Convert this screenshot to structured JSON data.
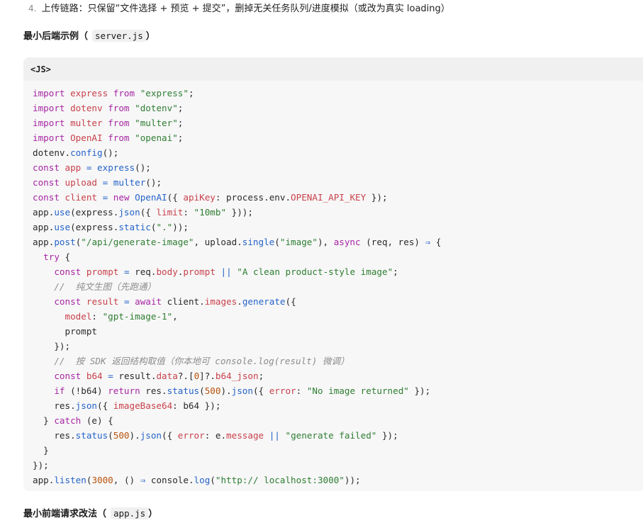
{
  "list_item": {
    "number": "4.",
    "text": "上传链路：只保留“文件选择 + 预览 + 提交”，删掉无关任务队列/进度模拟（或改为真实 loading）"
  },
  "backend_section": {
    "title": "最小后端示例",
    "open_paren": "（",
    "filename": "server.js",
    "close_paren": "）"
  },
  "code_block": {
    "language_label": "<JS>",
    "lines": [
      [
        [
          "kw",
          "import"
        ],
        [
          "plain",
          " "
        ],
        [
          "var",
          "express"
        ],
        [
          "plain",
          " "
        ],
        [
          "kw",
          "from"
        ],
        [
          "plain",
          " "
        ],
        [
          "str",
          "\"express\""
        ],
        [
          "plain",
          ";"
        ]
      ],
      [
        [
          "kw",
          "import"
        ],
        [
          "plain",
          " "
        ],
        [
          "var",
          "dotenv"
        ],
        [
          "plain",
          " "
        ],
        [
          "kw",
          "from"
        ],
        [
          "plain",
          " "
        ],
        [
          "str",
          "\"dotenv\""
        ],
        [
          "plain",
          ";"
        ]
      ],
      [
        [
          "kw",
          "import"
        ],
        [
          "plain",
          " "
        ],
        [
          "var",
          "multer"
        ],
        [
          "plain",
          " "
        ],
        [
          "kw",
          "from"
        ],
        [
          "plain",
          " "
        ],
        [
          "str",
          "\"multer\""
        ],
        [
          "plain",
          ";"
        ]
      ],
      [
        [
          "kw",
          "import"
        ],
        [
          "plain",
          " "
        ],
        [
          "var",
          "OpenAI"
        ],
        [
          "plain",
          " "
        ],
        [
          "kw",
          "from"
        ],
        [
          "plain",
          " "
        ],
        [
          "str",
          "\"openai\""
        ],
        [
          "plain",
          ";"
        ]
      ],
      [
        [
          "plain",
          "dotenv."
        ],
        [
          "fn",
          "config"
        ],
        [
          "plain",
          "();"
        ]
      ],
      [
        [
          "kw",
          "const"
        ],
        [
          "plain",
          " "
        ],
        [
          "var",
          "app"
        ],
        [
          "plain",
          " "
        ],
        [
          "op",
          "="
        ],
        [
          "plain",
          " "
        ],
        [
          "fn",
          "express"
        ],
        [
          "plain",
          "();"
        ]
      ],
      [
        [
          "kw",
          "const"
        ],
        [
          "plain",
          " "
        ],
        [
          "var",
          "upload"
        ],
        [
          "plain",
          " "
        ],
        [
          "op",
          "="
        ],
        [
          "plain",
          " "
        ],
        [
          "fn",
          "multer"
        ],
        [
          "plain",
          "();"
        ]
      ],
      [
        [
          "kw",
          "const"
        ],
        [
          "plain",
          " "
        ],
        [
          "var",
          "client"
        ],
        [
          "plain",
          " "
        ],
        [
          "op",
          "="
        ],
        [
          "plain",
          " "
        ],
        [
          "kw",
          "new"
        ],
        [
          "plain",
          " "
        ],
        [
          "fn",
          "OpenAI"
        ],
        [
          "plain",
          "({ "
        ],
        [
          "prop",
          "apiKey"
        ],
        [
          "plain",
          ": process.env."
        ],
        [
          "prop",
          "OPENAI_API_KEY"
        ],
        [
          "plain",
          " });"
        ]
      ],
      [
        [
          "plain",
          "app."
        ],
        [
          "fn",
          "use"
        ],
        [
          "plain",
          "(express."
        ],
        [
          "fn",
          "json"
        ],
        [
          "plain",
          "({ "
        ],
        [
          "prop",
          "limit"
        ],
        [
          "plain",
          ": "
        ],
        [
          "str",
          "\"10mb\""
        ],
        [
          "plain",
          " }));"
        ]
      ],
      [
        [
          "plain",
          "app."
        ],
        [
          "fn",
          "use"
        ],
        [
          "plain",
          "(express."
        ],
        [
          "fn",
          "static"
        ],
        [
          "plain",
          "("
        ],
        [
          "str",
          "\".\""
        ],
        [
          "plain",
          "));"
        ]
      ],
      [
        [
          "plain",
          "app."
        ],
        [
          "fn",
          "post"
        ],
        [
          "plain",
          "("
        ],
        [
          "str",
          "\"/api/generate-image\""
        ],
        [
          "plain",
          ", upload."
        ],
        [
          "fn",
          "single"
        ],
        [
          "plain",
          "("
        ],
        [
          "str",
          "\"image\""
        ],
        [
          "plain",
          "), "
        ],
        [
          "kw",
          "async"
        ],
        [
          "plain",
          " (req, res) "
        ],
        [
          "op",
          "⇒"
        ],
        [
          "plain",
          " {"
        ]
      ],
      [
        [
          "plain",
          "  "
        ],
        [
          "kw",
          "try"
        ],
        [
          "plain",
          " {"
        ]
      ],
      [
        [
          "plain",
          "    "
        ],
        [
          "kw",
          "const"
        ],
        [
          "plain",
          " "
        ],
        [
          "var",
          "prompt"
        ],
        [
          "plain",
          " "
        ],
        [
          "op",
          "="
        ],
        [
          "plain",
          " req."
        ],
        [
          "prop",
          "body"
        ],
        [
          "plain",
          "."
        ],
        [
          "prop",
          "prompt"
        ],
        [
          "plain",
          " "
        ],
        [
          "op",
          "||"
        ],
        [
          "plain",
          " "
        ],
        [
          "str",
          "\"A clean product-style image\""
        ],
        [
          "plain",
          ";"
        ]
      ],
      [
        [
          "plain",
          "    "
        ],
        [
          "cm",
          "//  纯文生图（先跑通）"
        ]
      ],
      [
        [
          "plain",
          "    "
        ],
        [
          "kw",
          "const"
        ],
        [
          "plain",
          " "
        ],
        [
          "var",
          "result"
        ],
        [
          "plain",
          " "
        ],
        [
          "op",
          "="
        ],
        [
          "plain",
          " "
        ],
        [
          "kw",
          "await"
        ],
        [
          "plain",
          " client."
        ],
        [
          "prop",
          "images"
        ],
        [
          "plain",
          "."
        ],
        [
          "fn",
          "generate"
        ],
        [
          "plain",
          "({"
        ]
      ],
      [
        [
          "plain",
          "      "
        ],
        [
          "prop",
          "model"
        ],
        [
          "plain",
          ": "
        ],
        [
          "str",
          "\"gpt-image-1\""
        ],
        [
          "plain",
          ","
        ]
      ],
      [
        [
          "plain",
          "      prompt"
        ]
      ],
      [
        [
          "plain",
          "    });"
        ]
      ],
      [
        [
          "plain",
          "    "
        ],
        [
          "cm",
          "//  按 SDK 返回结构取值（你本地可 console.log(result) 微调）"
        ]
      ],
      [
        [
          "plain",
          "    "
        ],
        [
          "kw",
          "const"
        ],
        [
          "plain",
          " "
        ],
        [
          "var",
          "b64"
        ],
        [
          "plain",
          " "
        ],
        [
          "op",
          "="
        ],
        [
          "plain",
          " result."
        ],
        [
          "prop",
          "data"
        ],
        [
          "plain",
          "?.["
        ],
        [
          "num",
          "0"
        ],
        [
          "plain",
          "]?."
        ],
        [
          "prop",
          "b64_json"
        ],
        [
          "plain",
          ";"
        ]
      ],
      [
        [
          "plain",
          "    "
        ],
        [
          "kw",
          "if"
        ],
        [
          "plain",
          " (!b64) "
        ],
        [
          "kw",
          "return"
        ],
        [
          "plain",
          " res."
        ],
        [
          "fn",
          "status"
        ],
        [
          "plain",
          "("
        ],
        [
          "num",
          "500"
        ],
        [
          "plain",
          ")."
        ],
        [
          "fn",
          "json"
        ],
        [
          "plain",
          "({ "
        ],
        [
          "prop",
          "error"
        ],
        [
          "plain",
          ": "
        ],
        [
          "str",
          "\"No image returned\""
        ],
        [
          "plain",
          " });"
        ]
      ],
      [
        [
          "plain",
          "    res."
        ],
        [
          "fn",
          "json"
        ],
        [
          "plain",
          "({ "
        ],
        [
          "prop",
          "imageBase64"
        ],
        [
          "plain",
          ": b64 });"
        ]
      ],
      [
        [
          "plain",
          "  } "
        ],
        [
          "kw",
          "catch"
        ],
        [
          "plain",
          " (e) {"
        ]
      ],
      [
        [
          "plain",
          "    res."
        ],
        [
          "fn",
          "status"
        ],
        [
          "plain",
          "("
        ],
        [
          "num",
          "500"
        ],
        [
          "plain",
          ")."
        ],
        [
          "fn",
          "json"
        ],
        [
          "plain",
          "({ "
        ],
        [
          "prop",
          "error"
        ],
        [
          "plain",
          ": e."
        ],
        [
          "prop",
          "message"
        ],
        [
          "plain",
          " "
        ],
        [
          "op",
          "||"
        ],
        [
          "plain",
          " "
        ],
        [
          "str",
          "\"generate failed\""
        ],
        [
          "plain",
          " });"
        ]
      ],
      [
        [
          "plain",
          "  }"
        ]
      ],
      [
        [
          "plain",
          "});"
        ]
      ],
      [
        [
          "plain",
          "app."
        ],
        [
          "fn",
          "listen"
        ],
        [
          "plain",
          "("
        ],
        [
          "num",
          "3000"
        ],
        [
          "plain",
          ", () "
        ],
        [
          "op",
          "⇒"
        ],
        [
          "plain",
          " console."
        ],
        [
          "fn",
          "log"
        ],
        [
          "plain",
          "("
        ],
        [
          "str",
          "\"http:// localhost:3000\""
        ],
        [
          "plain",
          "));"
        ]
      ]
    ]
  },
  "frontend_section": {
    "title": "最小前端请求改法",
    "open_paren": "（",
    "filename": "app.js",
    "close_paren": "）"
  }
}
